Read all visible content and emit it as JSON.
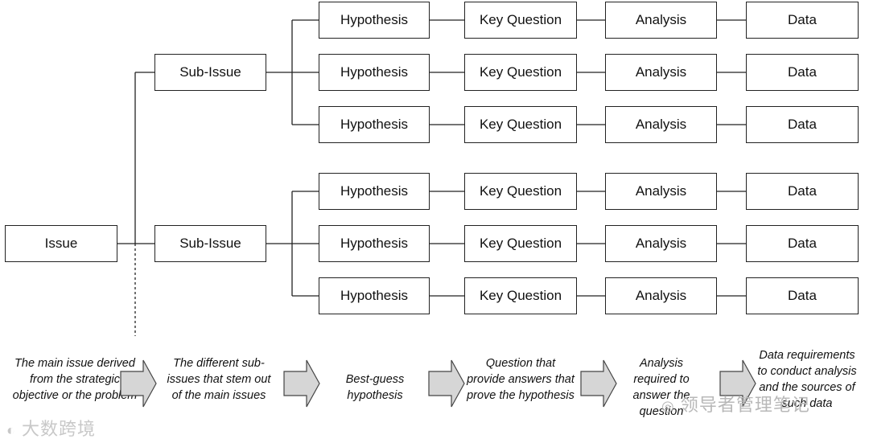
{
  "issue_label": "Issue",
  "sub_issue_label": "Sub-Issue",
  "hypothesis_label": "Hypothesis",
  "key_question_label": "Key Question",
  "analysis_label": "Analysis",
  "data_label": "Data",
  "captions": {
    "issue": "The main issue derived from the strategic objective or the problem",
    "sub_issue": "The different sub-issues that stem out of the main issues",
    "hypothesis": "Best-guess hypothesis",
    "key_question": "Question that provide answers that prove the hypothesis",
    "analysis": "Analysis required to answer the question",
    "data": "Data requirements to conduct analysis and the sources of such data"
  },
  "watermarks": {
    "left": "大数跨境",
    "right": "领导者管理笔记"
  }
}
